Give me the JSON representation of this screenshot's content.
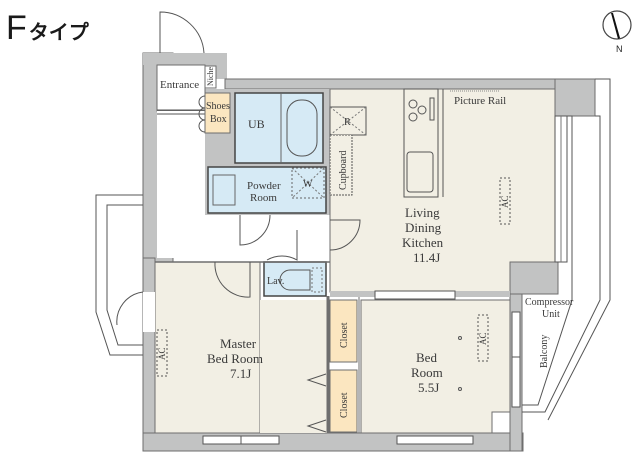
{
  "plan": {
    "title_letter": "F",
    "title_suffix": "タイプ",
    "north_label": "N"
  },
  "rooms": {
    "entrance": "Entrance",
    "niche": "Niche",
    "shoes_box_line1": "Shoes",
    "shoes_box_line2": "Box",
    "ub": "UB",
    "powder_room_line1": "Powder",
    "powder_room_line2": "Room",
    "washer": "W",
    "refrigerator": "R",
    "cupboard": "Cupboard",
    "picture_rail": "Picture Rail",
    "ldk_line1": "Living",
    "ldk_line2": "Dining",
    "ldk_line3": "Kitchen",
    "ldk_size": "11.4J",
    "ac_ldk": "AC",
    "lav": "Lav.",
    "master_line1": "Master",
    "master_line2": "Bed Room",
    "master_size": "7.1J",
    "ac_master": "AC",
    "closet_1": "Closet",
    "closet_2": "Closet",
    "bed_line1": "Bed",
    "bed_line2": "Room",
    "bed_size": "5.5J",
    "ac_bed": "AC",
    "compressor_line1": "Compressor",
    "compressor_line2": "Unit",
    "balcony": "Balcony"
  },
  "colors": {
    "wall": "#c2c3c3",
    "wall_edge": "#6e6e6e",
    "living_floor": "#f2efe4",
    "wet_area": "#d6eaf5",
    "storage": "#fbe6c0",
    "line": "#555555"
  }
}
